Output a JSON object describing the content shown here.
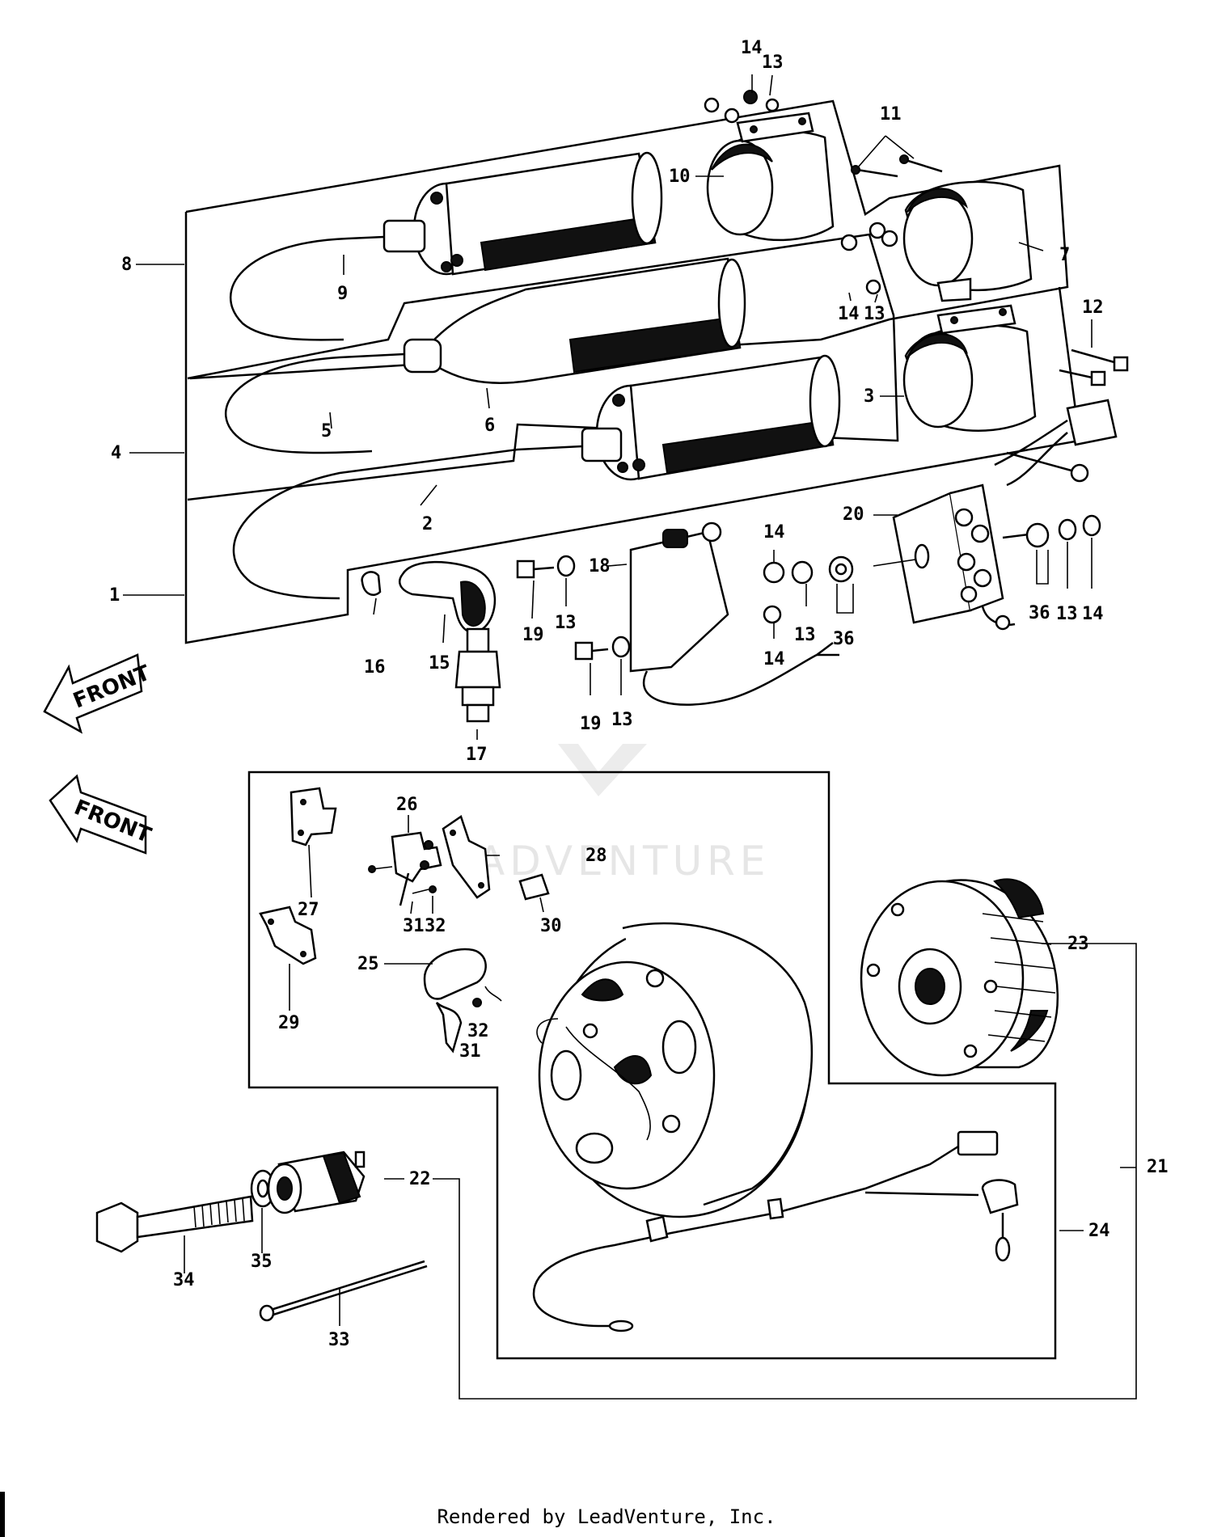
{
  "direction_arrows": [
    "FRONT",
    "FRONT"
  ],
  "watermark": "ADVENTURE",
  "callouts": [
    "1",
    "2",
    "3",
    "4",
    "5",
    "6",
    "7",
    "8",
    "9",
    "10",
    "11",
    "12",
    "13",
    "14",
    "15",
    "16",
    "17",
    "18",
    "19",
    "20",
    "21",
    "22",
    "23",
    "24",
    "25",
    "26",
    "27",
    "28",
    "29",
    "30",
    "31",
    "32",
    "33",
    "34",
    "35",
    "36"
  ],
  "footer": "Rendered by LeadVenture, Inc."
}
